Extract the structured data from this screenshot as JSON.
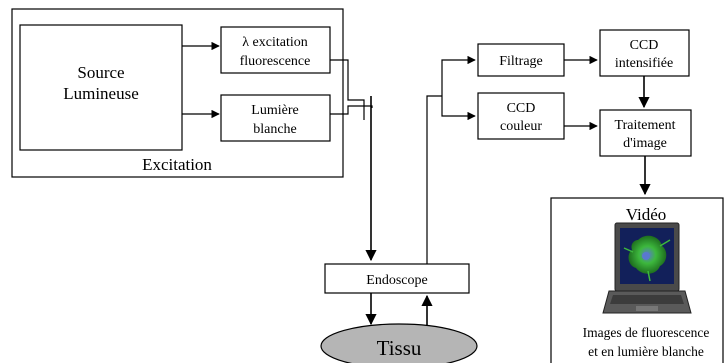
{
  "excitation": {
    "title": "Excitation",
    "source_line1": "Source",
    "source_line2": "Lumineuse",
    "fluo_line1": "λ  excitation",
    "fluo_line2": "fluorescence",
    "white_line1": "Lumière",
    "white_line2": "blanche"
  },
  "endoscope": {
    "label": "Endoscope"
  },
  "tissue": {
    "label": "Tissu"
  },
  "processing": {
    "filtrage": "Filtrage",
    "ccd_int_line1": "CCD",
    "ccd_int_line2": "intensifiée",
    "ccd_col_line1": "CCD",
    "ccd_col_line2": "couleur",
    "treat_line1": "Traitement",
    "treat_line2": "d'image"
  },
  "video": {
    "title": "Vidéo",
    "caption_line1": "Images de fluorescence",
    "caption_line2": "et en lumière blanche"
  },
  "colors": {
    "tissue_fill": "#b5b5b5",
    "laptop_body": "#4a4a4a",
    "screen_bg": "#12205a",
    "cell_green": "#3db83d"
  }
}
